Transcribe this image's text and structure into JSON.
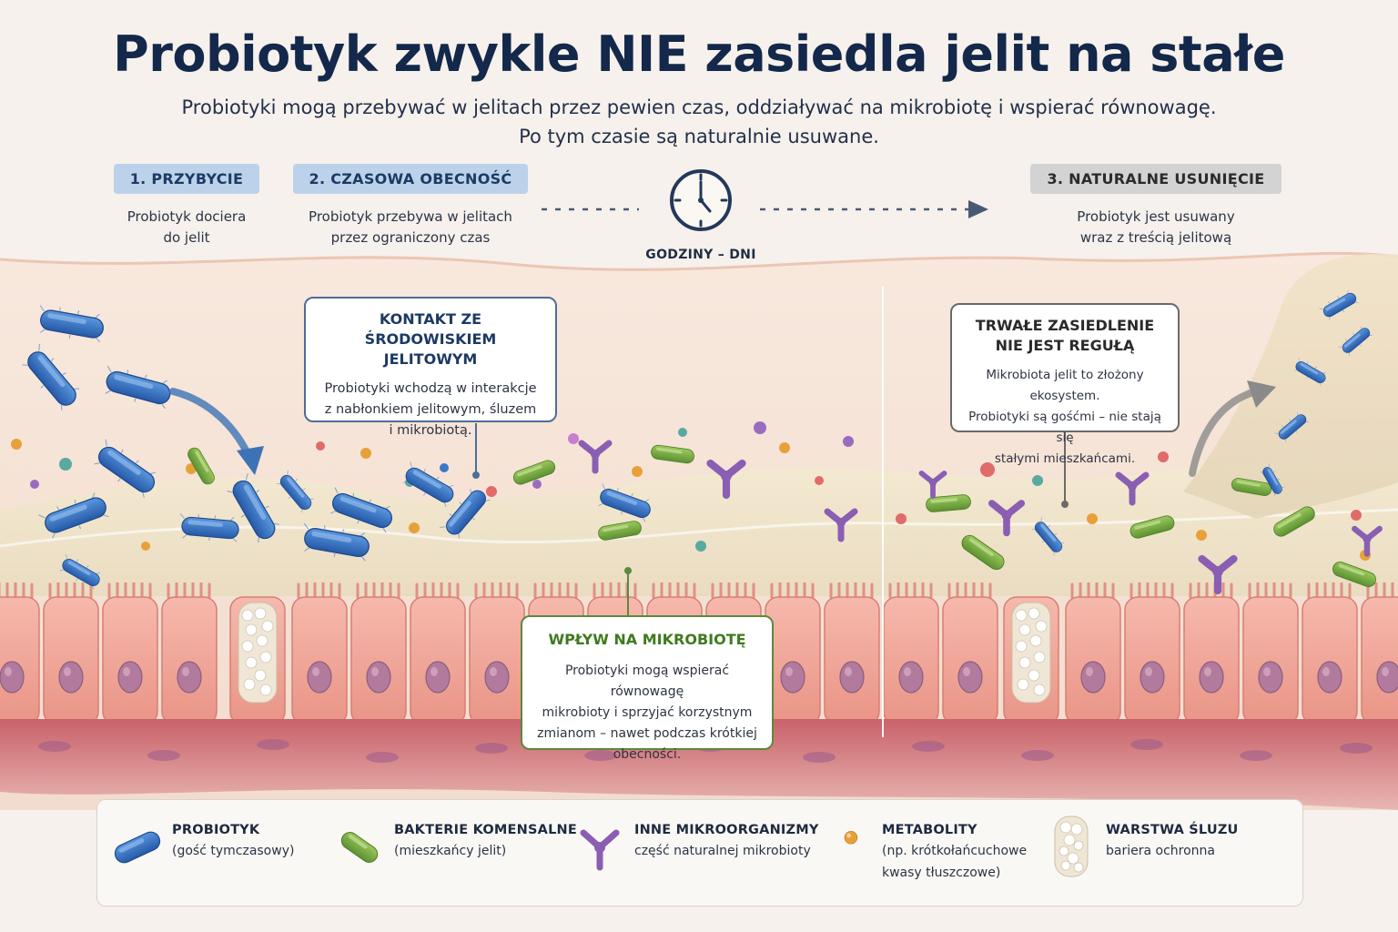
{
  "title": "Probiotyk zwykle NIE zasiedla jelit na stałe",
  "subtitle": {
    "line1": "Probiotyki mogą przebywać w jelitach przez pewien czas, oddziaływać na mikrobiotę i wspierać równowagę.",
    "line2": "Po tym czasie są naturalnie usuwane."
  },
  "steps": [
    {
      "badge": "1. PRZYBYCIE",
      "desc1": "Probiotyk dociera",
      "desc2": "do jelit"
    },
    {
      "badge": "2. CZASOWA OBECNOŚĆ",
      "desc1": "Probiotyk przebywa w jelitach",
      "desc2": "przez ograniczony czas"
    },
    {
      "badge": "3. NATURALNE USUNIĘCIE",
      "desc1": "Probiotyk jest usuwany",
      "desc2": "wraz z treścią jelitową"
    }
  ],
  "timeline": {
    "label": "GODZINY – DNI",
    "icon": "clock-icon"
  },
  "callouts": {
    "contact": {
      "title1": "KONTAKT ZE ŚRODOWISKIEM",
      "title2": "JELITOWYM",
      "body1": "Probiotyki wchodzą w interakcje",
      "body2": "z nabłonkiem jelitowym, śluzem",
      "body3": "i mikrobiotą."
    },
    "influence": {
      "title": "WPŁYW NA MIKROBIOTĘ",
      "body1": "Probiotyki mogą wspierać równowagę",
      "body2": "mikrobioty i sprzyjać korzystnym",
      "body3": "zmianom – nawet podczas krótkiej",
      "body4": "obecności."
    },
    "colonization": {
      "title1": "TRWAŁE ZASIEDLENIE",
      "title2": "NIE JEST REGUŁĄ",
      "body1": "Mikrobiota jelit to złożony ekosystem.",
      "body2": "Probiotyki są gośćmi – nie stają się",
      "body3": "stałymi mieszkańcami."
    }
  },
  "legend": [
    {
      "icon": "probiotic-icon",
      "title": "PROBIOTYK",
      "desc1": "(gość tymczasowy)",
      "desc2": ""
    },
    {
      "icon": "commensal-bacteria-icon",
      "title": "BAKTERIE KOMENSALNE",
      "desc1": "(mieszkańcy jelit)",
      "desc2": ""
    },
    {
      "icon": "other-microorganism-icon",
      "title": "INNE MIKROORGANIZMY",
      "desc1": "część naturalnej mikrobioty",
      "desc2": ""
    },
    {
      "icon": "metabolite-icon",
      "title": "METABOLITY",
      "desc1": "(np. krótkołańcuchowe",
      "desc2": "kwasy tłuszczowe)"
    },
    {
      "icon": "mucus-layer-icon",
      "title": "WARSTWA ŚLUZU",
      "desc1": "bariera ochronna",
      "desc2": ""
    }
  ],
  "colors": {
    "probiotic": "#2f6fc0",
    "commensal": "#74ad3e",
    "other": "#8a5eb3",
    "metabolite": "#e8a13a",
    "epithelium": "#f0a89c",
    "title": "#13284a"
  }
}
